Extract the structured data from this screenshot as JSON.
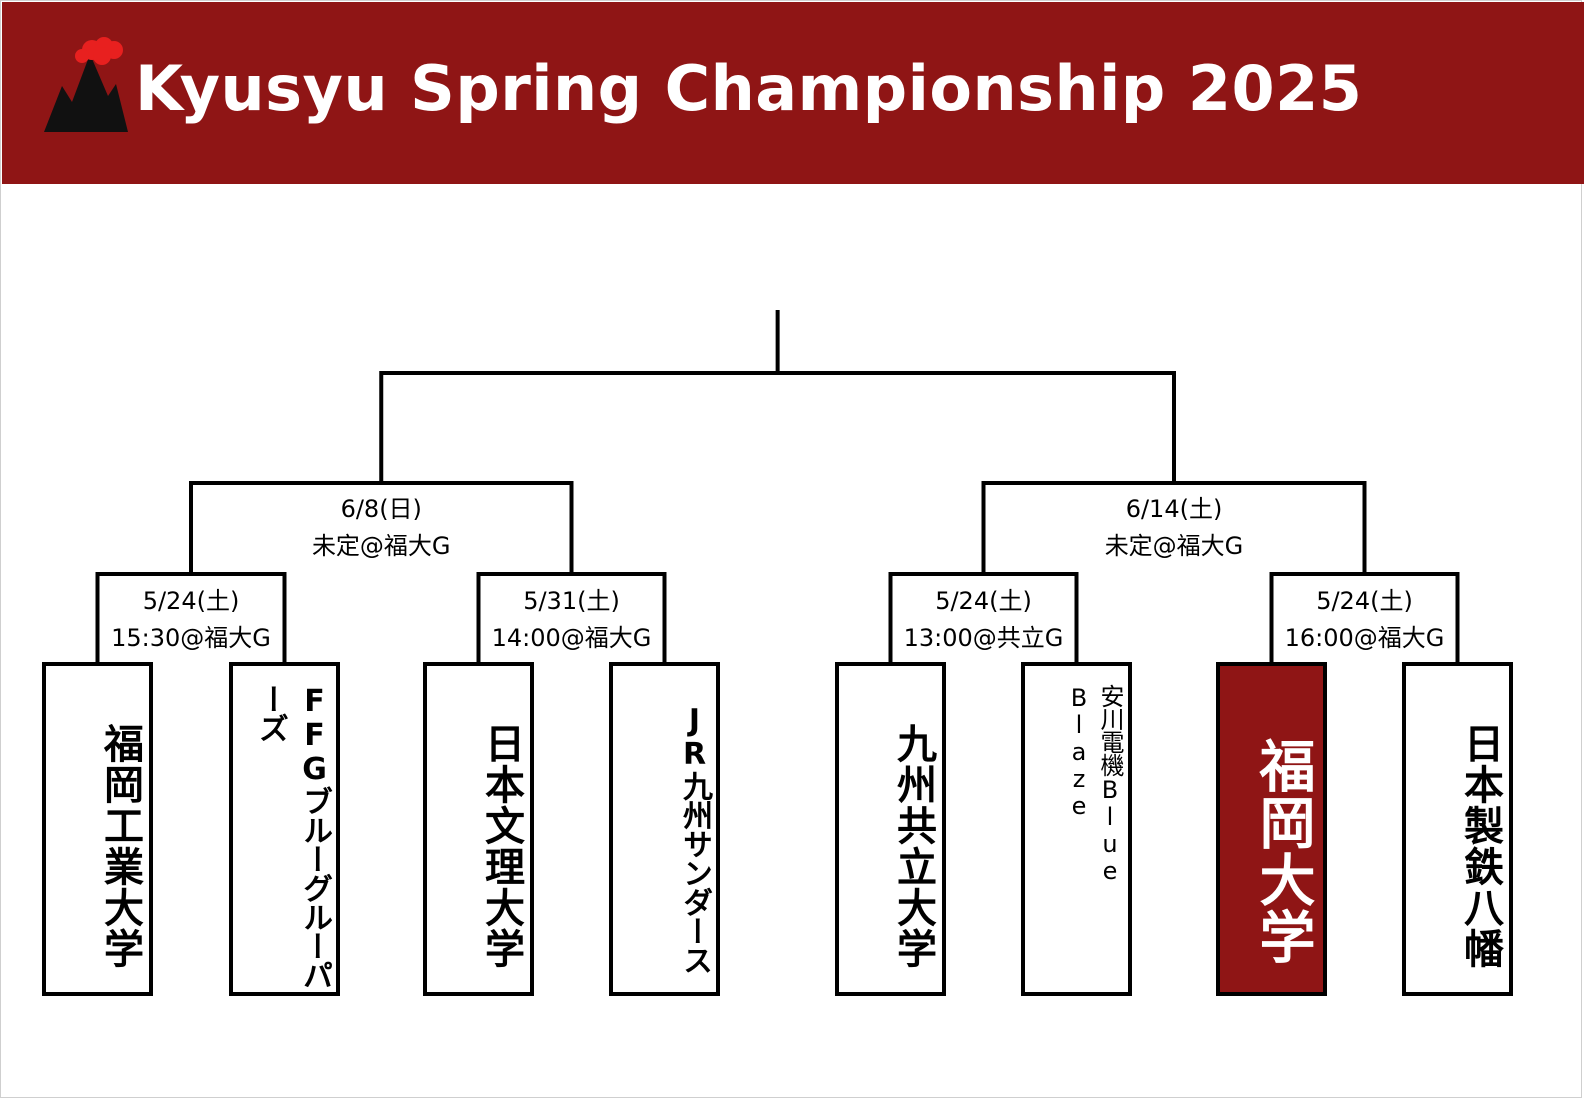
{
  "header": {
    "title": "Kyusyu Spring Championship 2025",
    "background": "#8f1515",
    "logo_icon": "mountain-volcano-icon"
  },
  "colors": {
    "line": "#000000",
    "highlight": "#8f1515",
    "text": "#000000",
    "highlight_text": "#ffffff"
  },
  "bracket": {
    "semifinals": [
      {
        "date": "6/8(日)",
        "time_venue": "未定@福大G"
      },
      {
        "date": "6/14(土)",
        "time_venue": "未定@福大G"
      }
    ],
    "first_round": [
      {
        "date": "5/24(土)",
        "time_venue": "15:30@福大G"
      },
      {
        "date": "5/31(土)",
        "time_venue": "14:00@福大G"
      },
      {
        "date": "5/24(土)",
        "time_venue": "13:00@共立G"
      },
      {
        "date": "5/24(土)",
        "time_venue": "16:00@福大G"
      }
    ],
    "teams": [
      {
        "name": "福岡工業大学",
        "highlight": false
      },
      {
        "name": "FFGブルーグルーパーズ",
        "highlight": false
      },
      {
        "name": "日本文理大学",
        "highlight": false
      },
      {
        "name": "JR九州サンダース",
        "highlight": false
      },
      {
        "name": "九州共立大学",
        "highlight": false
      },
      {
        "name": "安川電機Blue Blaze",
        "highlight": false
      },
      {
        "name": "福岡大学",
        "highlight": true
      },
      {
        "name": "日本製鉄八幡",
        "highlight": false
      }
    ]
  }
}
